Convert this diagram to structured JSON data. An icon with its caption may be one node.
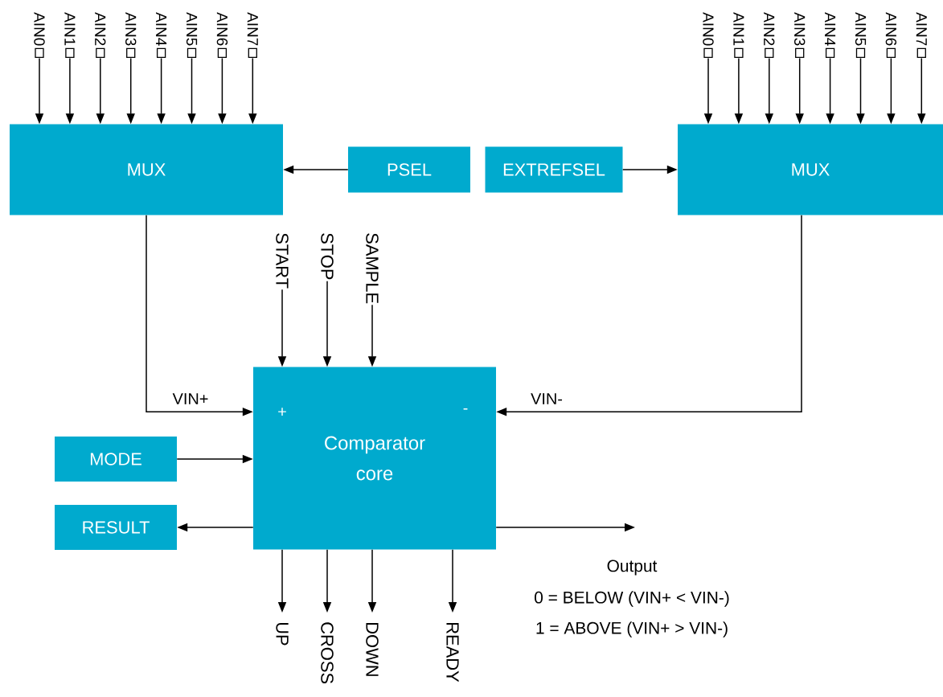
{
  "diagram": {
    "nodes": [
      {
        "text": [
          "MUX"
        ]
      },
      {
        "text": [
          "PSEL"
        ]
      },
      {
        "text": [
          "EXTREFSEL"
        ]
      },
      {
        "text": [
          "MUX"
        ]
      },
      {
        "text": [
          "+",
          "-",
          "Comparator core"
        ]
      },
      {
        "text": [
          "MODE"
        ]
      },
      {
        "text": [
          "RESULT"
        ]
      },
      {
        "text": [
          "AIN0"
        ]
      },
      {
        "text": [
          "AIN1"
        ]
      },
      {
        "text": [
          "AIN2"
        ]
      },
      {
        "text": [
          "AIN3"
        ]
      },
      {
        "text": [
          "AIN4"
        ]
      },
      {
        "text": [
          "AIN5"
        ]
      },
      {
        "text": [
          "AIN6"
        ]
      },
      {
        "text": [
          "AIN7"
        ]
      },
      {
        "text": [
          "AIN0"
        ]
      },
      {
        "text": [
          "AIN1"
        ]
      },
      {
        "text": [
          "AIN2"
        ]
      },
      {
        "text": [
          "AIN3"
        ]
      },
      {
        "text": [
          "AIN4"
        ]
      },
      {
        "text": [
          "AIN5"
        ]
      },
      {
        "text": [
          "AIN6"
        ]
      },
      {
        "text": [
          "AIN7"
        ]
      },
      {
        "text": [
          "START"
        ]
      },
      {
        "text": [
          "STOP"
        ]
      },
      {
        "text": [
          "SAMPLE"
        ]
      },
      {
        "text": [
          "UP"
        ]
      },
      {
        "text": [
          "CROSS"
        ]
      },
      {
        "text": [
          "DOWN"
        ]
      },
      {
        "text": [
          "READY"
        ]
      }
    ],
    "edges": [
      {
        "from": 7,
        "to": 0,
        "arrow": "to"
      },
      {
        "from": 8,
        "to": 0,
        "arrow": "to"
      },
      {
        "from": 9,
        "to": 0,
        "arrow": "to"
      },
      {
        "from": 10,
        "to": 0,
        "arrow": "to"
      },
      {
        "from": 11,
        "to": 0,
        "arrow": "to"
      },
      {
        "from": 12,
        "to": 0,
        "arrow": "to"
      },
      {
        "from": 13,
        "to": 0,
        "arrow": "to"
      },
      {
        "from": 14,
        "to": 0,
        "arrow": "to"
      },
      {
        "from": 15,
        "to": 3,
        "arrow": "to"
      },
      {
        "from": 16,
        "to": 3,
        "arrow": "to"
      },
      {
        "from": 17,
        "to": 3,
        "arrow": "to"
      },
      {
        "from": 18,
        "to": 3,
        "arrow": "to"
      },
      {
        "from": 19,
        "to": 3,
        "arrow": "to"
      },
      {
        "from": 20,
        "to": 3,
        "arrow": "to"
      },
      {
        "from": 21,
        "to": 3,
        "arrow": "to"
      },
      {
        "from": 22,
        "to": 3,
        "arrow": "to"
      },
      {
        "from": 1,
        "to": 0,
        "arrow": "to"
      },
      {
        "from": 2,
        "to": 3,
        "arrow": "to"
      },
      {
        "from": 0,
        "to": 4,
        "arrow": "to",
        "label": "VIN+"
      },
      {
        "from": 3,
        "to": 4,
        "arrow": "to",
        "label": "VIN-"
      },
      {
        "from": 23,
        "to": 4,
        "arrow": "to"
      },
      {
        "from": 24,
        "to": 4,
        "arrow": "to"
      },
      {
        "from": 25,
        "to": 4,
        "arrow": "to"
      },
      {
        "from": 5,
        "to": 4,
        "arrow": "to"
      },
      {
        "from": 4,
        "to": 6,
        "arrow": "to"
      },
      {
        "from": 4,
        "to": null,
        "arrow": "to"
      },
      {
        "from": 4,
        "to": 26,
        "arrow": "to"
      },
      {
        "from": 4,
        "to": 27,
        "arrow": "to"
      },
      {
        "from": 4,
        "to": 28,
        "arrow": "to"
      },
      {
        "from": 4,
        "to": 29,
        "arrow": "to"
      }
    ],
    "labels": [
      "Output",
      "0 = BELOW (VIN+ < VIN-)",
      "1 = ABOVE (VIN+ > VIN-)"
    ]
  }
}
